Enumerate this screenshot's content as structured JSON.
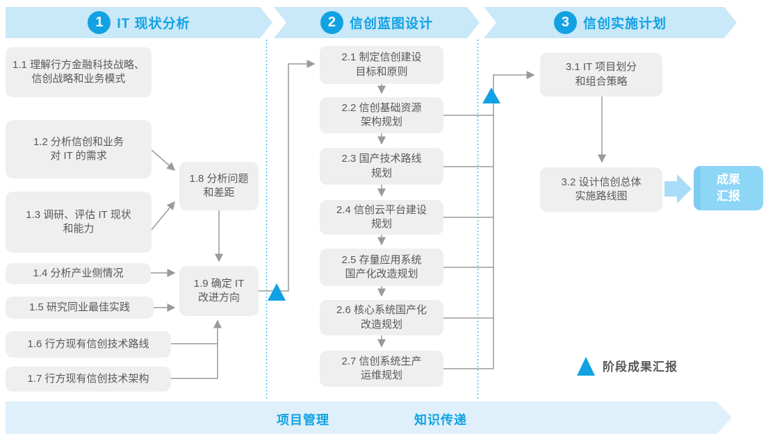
{
  "phases": [
    {
      "number": "1",
      "title": "IT 现状分析"
    },
    {
      "number": "2",
      "title": "信创蓝图设计"
    },
    {
      "number": "3",
      "title": "信创实施计划"
    }
  ],
  "steps": {
    "s11": "1.1 理解行方金融科技战略、\n信创战略和业务模式",
    "s12": "1.2 分析信创和业务\n对 IT 的需求",
    "s13": "1.3 调研、评估 IT 现状\n和能力",
    "s14": "1.4 分析产业侧情况",
    "s15": "1.5 研究同业最佳实践",
    "s16": "1.6 行方现有信创技术路线",
    "s17": "1.7 行方现有信创技术架构",
    "s18": "1.8 分析问题\n和差距",
    "s19": "1.9 确定 IT\n改进方向",
    "s21": "2.1 制定信创建设\n目标和原则",
    "s22": "2.2 信创基础资源\n架构规划",
    "s23": "2.3 国产技术路线\n规划",
    "s24": "2.4 信创云平台建设\n规划",
    "s25": "2.5 存量应用系统\n国产化改造规划",
    "s26": "2.6 核心系统国产化\n改造规划",
    "s27": "2.7 信创系统生产\n运维规划",
    "s31": "3.1 IT 项目划分\n和组合策略",
    "s32": "3.2 设计信创总体\n实施路线图"
  },
  "result_box": "成果\n汇报",
  "legend_label": "阶段成果汇报",
  "bottom_band": {
    "left_label": "项目管理",
    "right_label": "知识传递"
  },
  "colors": {
    "accent_blue": "#12a2e3",
    "band_fill": "#c9e8f8",
    "bottom_band_fill": "#dff0fa",
    "box_fill": "#efefef",
    "box_text": "#57585a",
    "connector_gray": "#9a9a9a",
    "result_box_fill": "#8dd6f6",
    "thick_arrow_fill": "#a9dcf6",
    "dotted_blue": "#45c0ee"
  }
}
